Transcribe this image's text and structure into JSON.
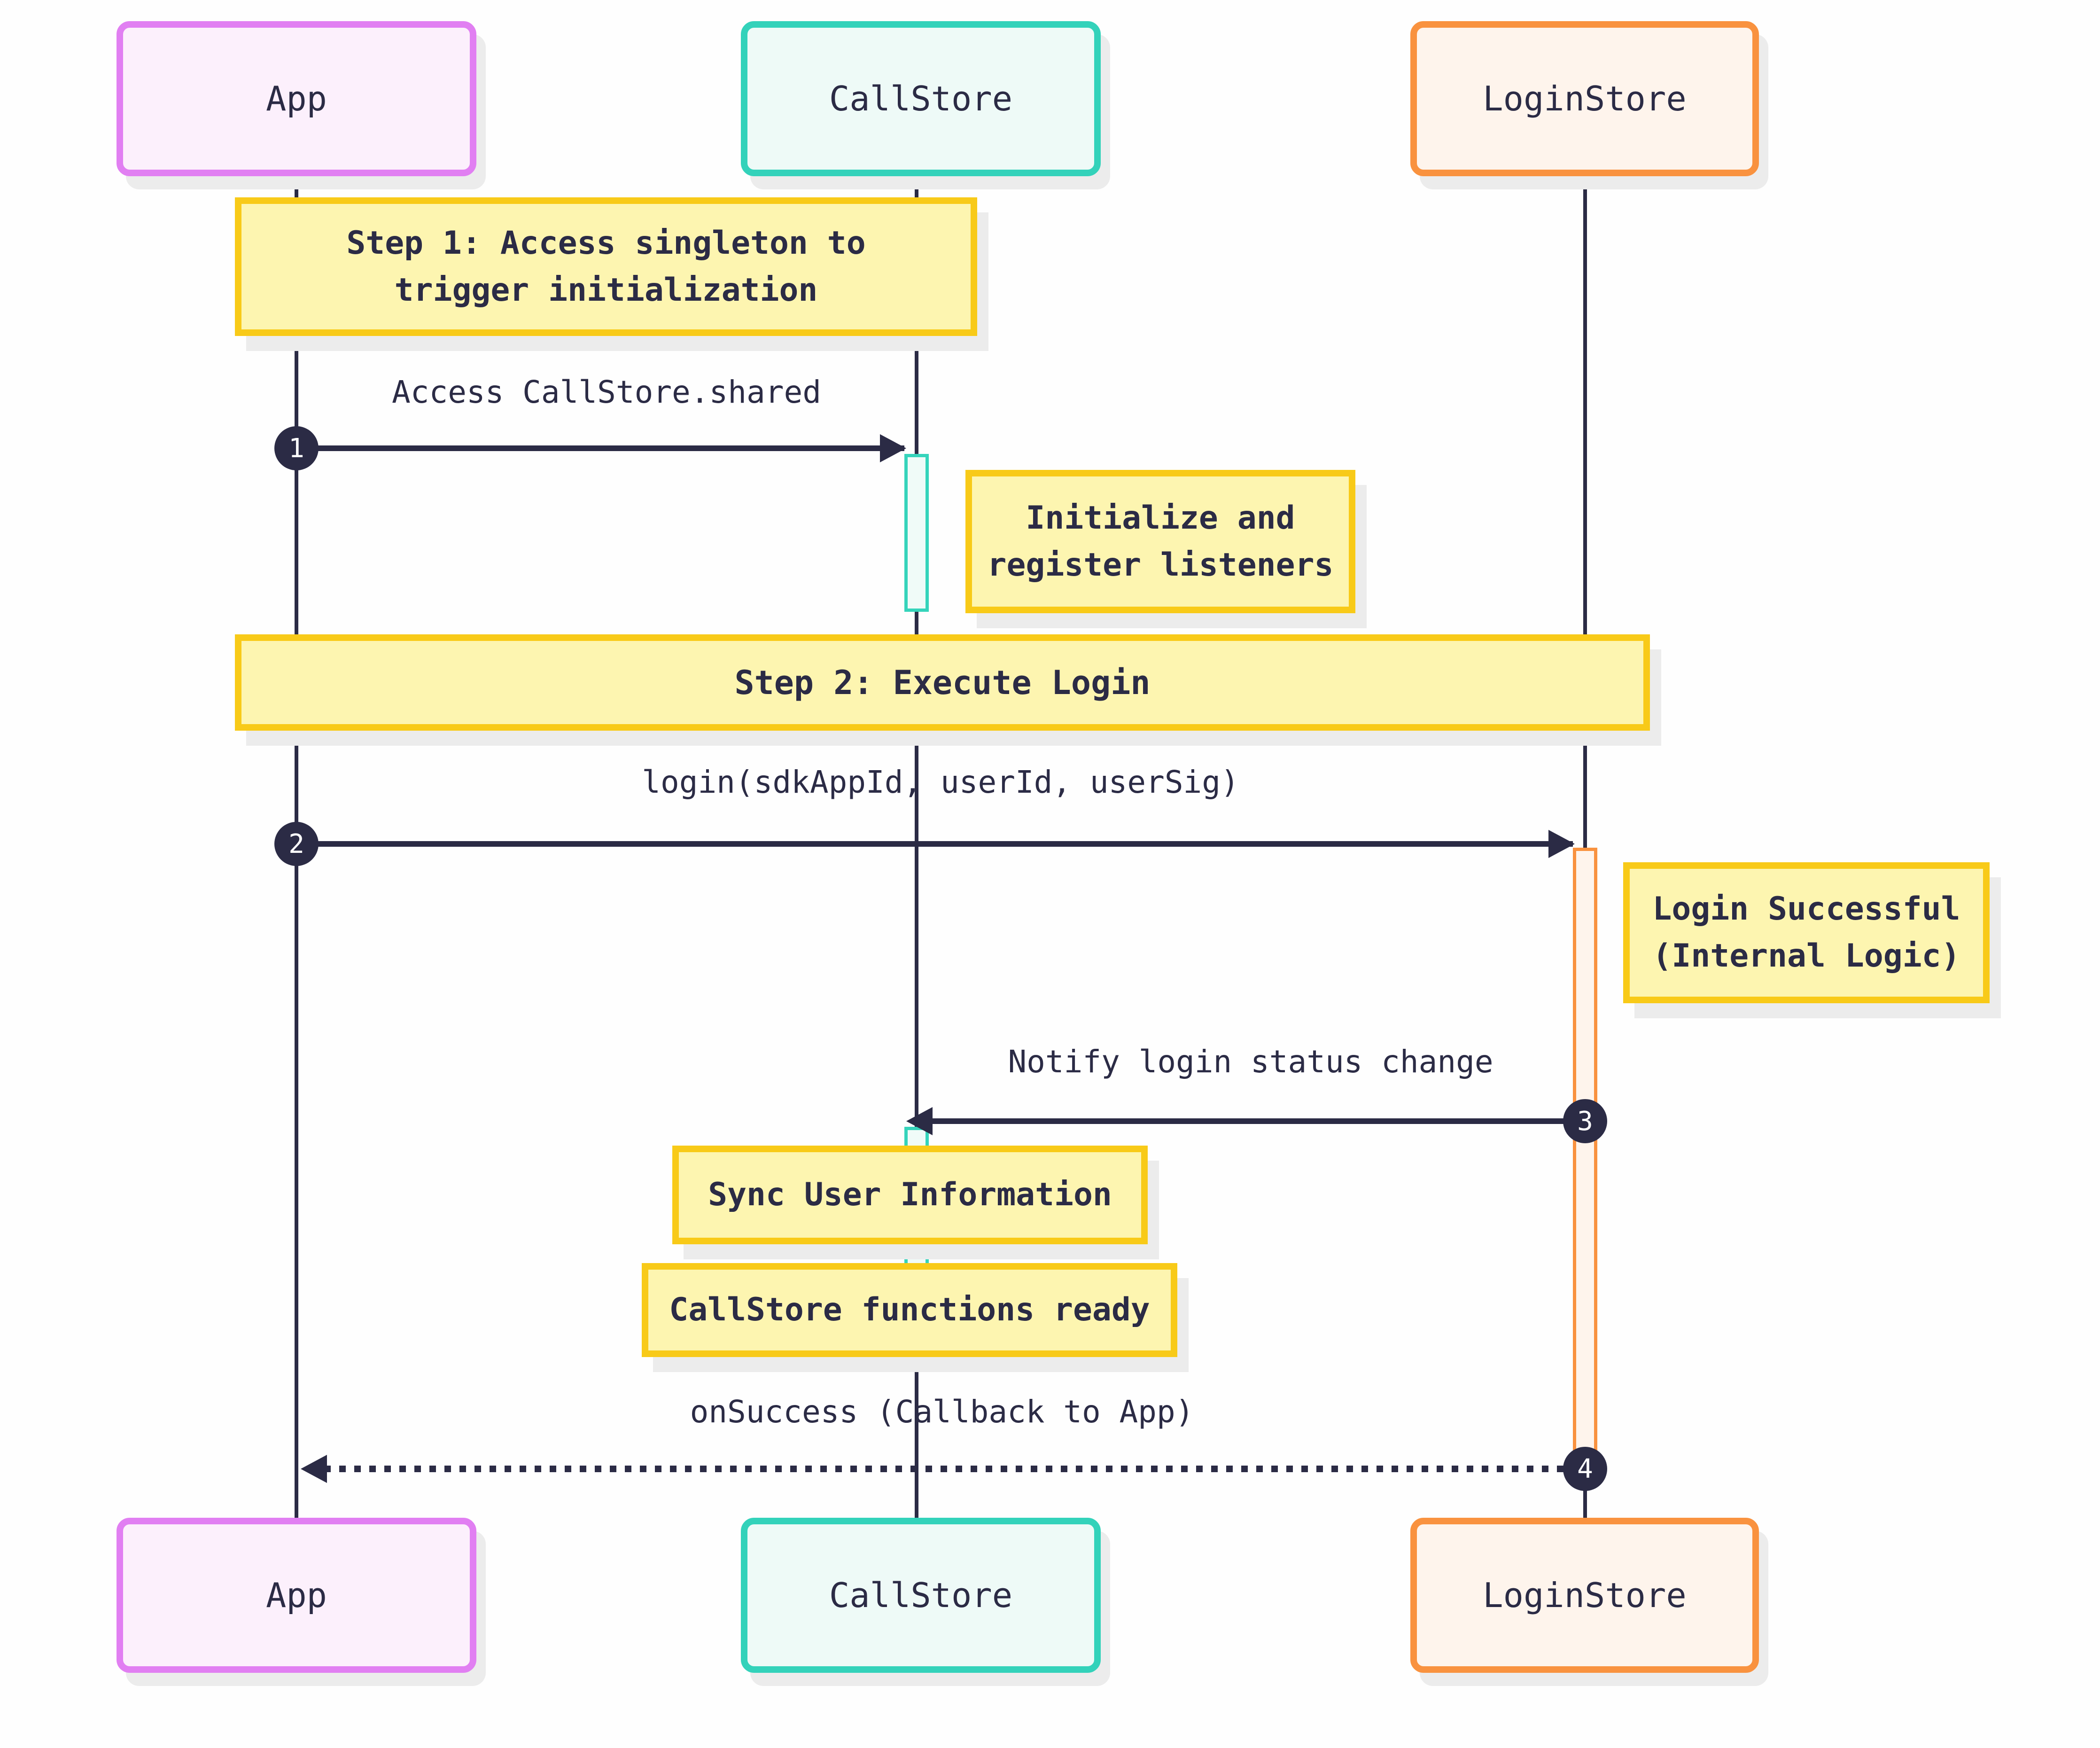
{
  "background": "#fefefe",
  "colors": {
    "ink": "#2b2b45",
    "note_fill": "#fdf5b0",
    "note_border": "#f8ca18",
    "shadow": "#ececec",
    "badge_bg": "#2b2b45",
    "badge_text": "#ffffff",
    "app_fill": "#fcf0fc",
    "app_border": "#e17ff2",
    "callstore_fill": "#eefaf7",
    "callstore_border": "#33d2ba",
    "loginstore_fill": "#fef4ec",
    "loginstore_border": "#f9923f"
  },
  "participants": [
    {
      "id": "app",
      "label": "App"
    },
    {
      "id": "callstore",
      "label": "CallStore"
    },
    {
      "id": "loginstore",
      "label": "LoginStore"
    }
  ],
  "notes": {
    "step1": {
      "lines": [
        "Step 1: Access singleton to",
        "trigger initialization"
      ]
    },
    "init": {
      "lines": [
        "Initialize and",
        "register listeners"
      ]
    },
    "step2": {
      "lines": [
        "Step 2: Execute Login"
      ]
    },
    "login_success": {
      "lines": [
        "Login Successful",
        "(Internal Logic)"
      ]
    },
    "sync": {
      "lines": [
        "Sync User Information"
      ]
    },
    "ready": {
      "lines": [
        "CallStore functions ready"
      ]
    }
  },
  "messages": [
    {
      "seq": "1",
      "label": "Access CallStore.shared",
      "from": "App",
      "to": "CallStore",
      "line": "solid"
    },
    {
      "seq": "2",
      "label": "login(sdkAppId, userId, userSig)",
      "from": "App",
      "to": "LoginStore",
      "line": "solid"
    },
    {
      "seq": "3",
      "label": "Notify login status change",
      "from": "LoginStore",
      "to": "CallStore",
      "line": "solid"
    },
    {
      "seq": "4",
      "label": "onSuccess (Callback to App)",
      "from": "LoginStore",
      "to": "App",
      "line": "dashed"
    }
  ]
}
